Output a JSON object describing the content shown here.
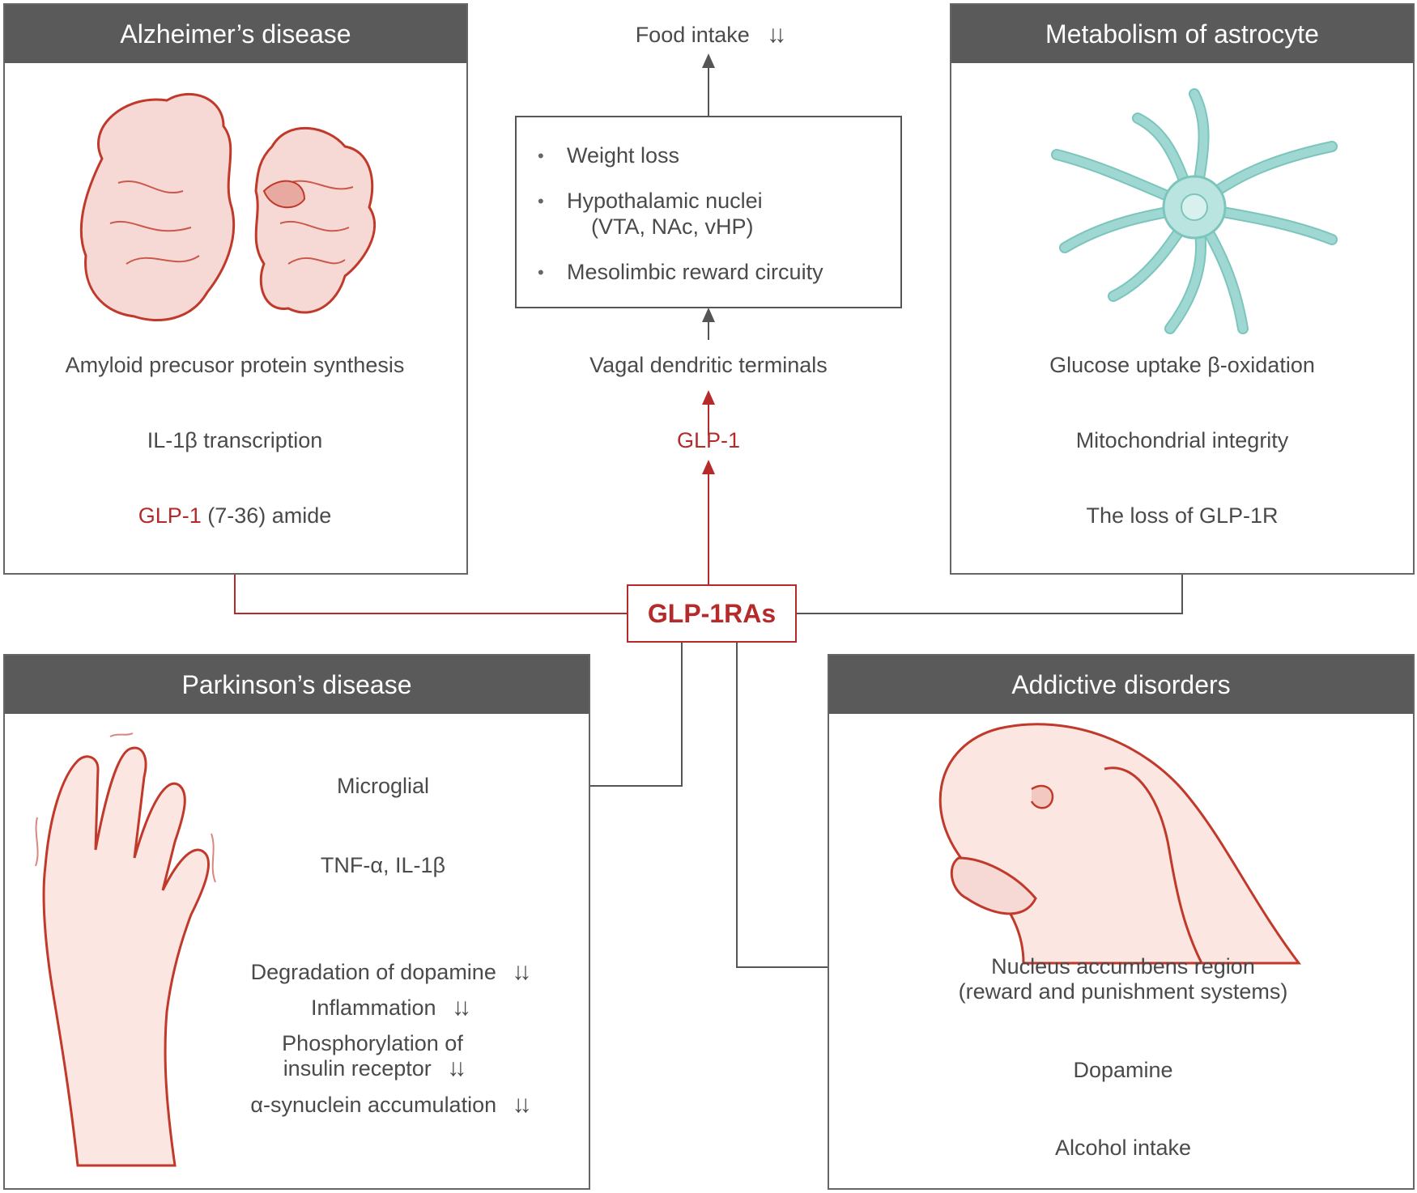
{
  "alzheimers": {
    "title": "Alzheimer’s disease",
    "step1": "Amyloid precusor protein synthesis",
    "step2": "IL-1β transcription",
    "step3_red": "GLP-1",
    "step3_rest": " (7-36) amide"
  },
  "center": {
    "label": "GLP-1RAs",
    "food_intake": "Food intake",
    "food_arrows": "↓↓",
    "bullets": [
      "Weight loss",
      "Hypothalamic nuclei",
      "(VTA, NAc, vHP)",
      "Mesolimbic reward circuity"
    ],
    "vagal": "Vagal dendritic terminals",
    "glp1": "GLP-1"
  },
  "astrocyte": {
    "title": "Metabolism of astrocyte",
    "step1": "Glucose uptake β-oxidation",
    "step2": "Mitochondrial integrity",
    "step3": "The loss of GLP-1R"
  },
  "parkinsons": {
    "title": "Parkinson’s disease",
    "microglial": "Microglial",
    "cytokines": "TNF-α, IL-1β",
    "effects": [
      {
        "text": "Degradation of dopamine",
        "arrows": "↓↓"
      },
      {
        "text": "Inflammation",
        "arrows": "↓↓"
      },
      {
        "text": "Phosphorylation of",
        "arrows": ""
      },
      {
        "text": "insulin receptor",
        "arrows": "↓↓"
      },
      {
        "text": "α-synuclein accumulation",
        "arrows": "↓↓"
      }
    ]
  },
  "addictive": {
    "title": "Addictive disorders",
    "nucleus_line1": "Nucleus accumbens region",
    "nucleus_line2": "(reward and punishment systems)",
    "dopamine": "Dopamine",
    "alcohol": "Alcohol intake"
  },
  "colors": {
    "accent_red": "#b52a2a",
    "header_gray": "#5a5a5a",
    "illustration_red": "#c0392b",
    "illustration_fill": "#f6d9d4",
    "astrocyte_teal": "#9fd8d2"
  }
}
